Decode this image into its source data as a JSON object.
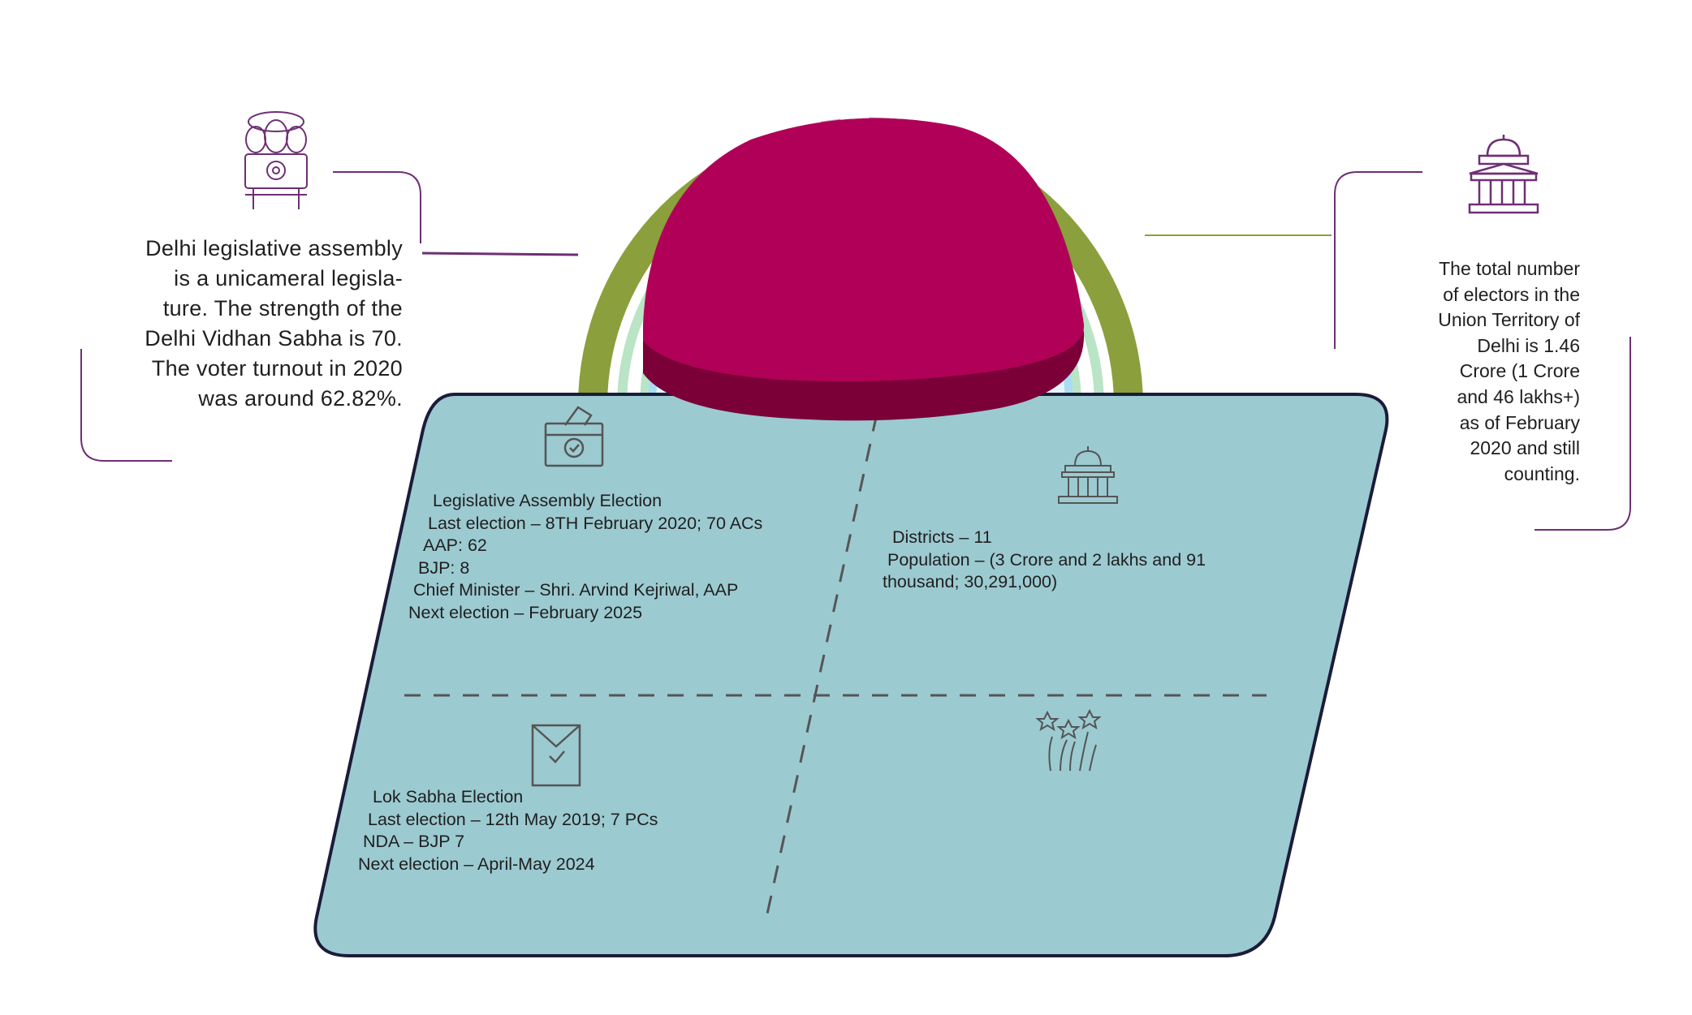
{
  "left_panel": {
    "lines": [
      "Delhi legislative assembly",
      "is a unicameral legisla-",
      "ture. The strength of the",
      "Delhi Vidhan Sabha is 70.",
      "The voter turnout in 2020",
      "was around 62.82%."
    ],
    "emblem_icon": "state-emblem-icon"
  },
  "right_panel": {
    "lines": [
      "The total number",
      "of electors in the",
      "Union Territory of",
      "Delhi is 1.46",
      "Crore (1 Crore",
      "and 46 lakhs+)",
      "as of February",
      "2020 and still",
      "counting."
    ],
    "building_icon": "parliament-building-icon"
  },
  "quadrants": {
    "assembly": {
      "title": "Legislative Assembly Election",
      "last_election": "Last election – 8TH February 2020; 70 ACs",
      "aap": "AAP: 62",
      "bjp": "BJP: 8",
      "cm": "Chief Minister – Shri. Arvind Kejriwal, AAP",
      "next_election": "Next election – February 2025",
      "icon": "ballot-box-icon"
    },
    "districts": {
      "districts": "Districts – 11",
      "population_1": "Population – (3 Crore and 2 lakhs and 91",
      "population_2": "thousand; 30,291,000)",
      "icon": "government-building-icon"
    },
    "lok_sabha": {
      "title": "Lok Sabha Election",
      "last_election": "Last election – 12th May 2019; 7 PCs",
      "nda": "NDA – BJP 7",
      "next_election": "Next election – April-May 2024",
      "icon": "voting-envelope-icon"
    },
    "celebration": {
      "icon": "fireworks-icon"
    }
  },
  "colors": {
    "olive_ring": "#8b9f3c",
    "mint_ring": "#b9e4c6",
    "sky_ring": "#a9dcf2",
    "dome_top": "#b10057",
    "dome_side": "#7a0037",
    "board_fill": "#9ccad1",
    "board_stroke": "#1b1b3a",
    "purple_accent": "#6e2f74",
    "icon_gray": "#555555"
  }
}
